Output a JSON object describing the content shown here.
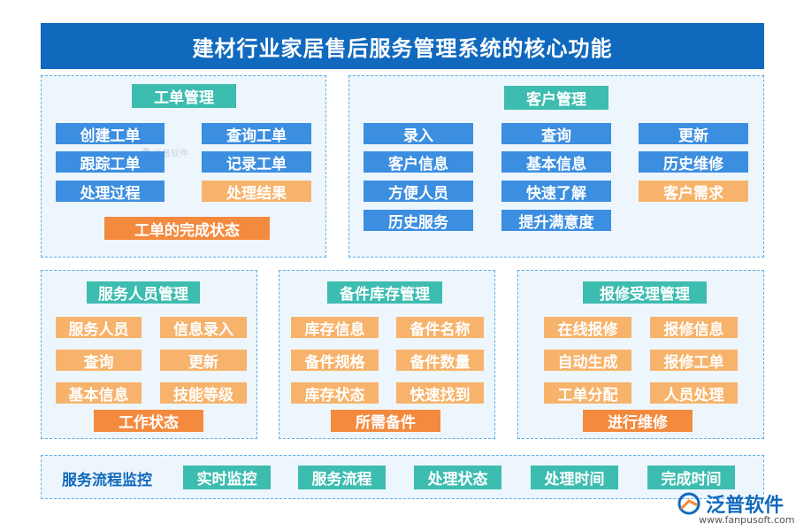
{
  "title": "建材行业家居售后服务管理系统的核心功能",
  "panels": {
    "workorder": {
      "header": "工单管理",
      "items": [
        "创建工单",
        "查询工单",
        "跟踪工单",
        "记录工单",
        "处理过程",
        "处理结果"
      ],
      "footer": "工单的完成状态",
      "watermark": "泛普软件"
    },
    "customer": {
      "header": "客户管理",
      "items": [
        "录入",
        "查询",
        "更新",
        "客户信息",
        "基本信息",
        "历史维修",
        "方便人员",
        "快速了解",
        "客户需求",
        "历史服务",
        "提升满意度"
      ]
    },
    "staff": {
      "header": "服务人员管理",
      "items": [
        "服务人员",
        "信息录入",
        "查询",
        "更新",
        "基本信息",
        "技能等级"
      ],
      "footer": "工作状态"
    },
    "parts": {
      "header": "备件库存管理",
      "items": [
        "库存信息",
        "备件名称",
        "备件规格",
        "备件数量",
        "库存状态",
        "快速找到"
      ],
      "footer": "所需备件"
    },
    "repair": {
      "header": "报修受理管理",
      "items": [
        "在线报修",
        "报修信息",
        "自动生成",
        "报修工单",
        "工单分配",
        "人员处理"
      ],
      "footer": "进行维修"
    }
  },
  "flow": {
    "label": "服务流程监控",
    "items": [
      "实时监控",
      "服务流程",
      "处理状态",
      "处理时间",
      "完成时间"
    ]
  },
  "logo": {
    "name": "泛普软件",
    "url": "www.fanpusoft.com"
  }
}
